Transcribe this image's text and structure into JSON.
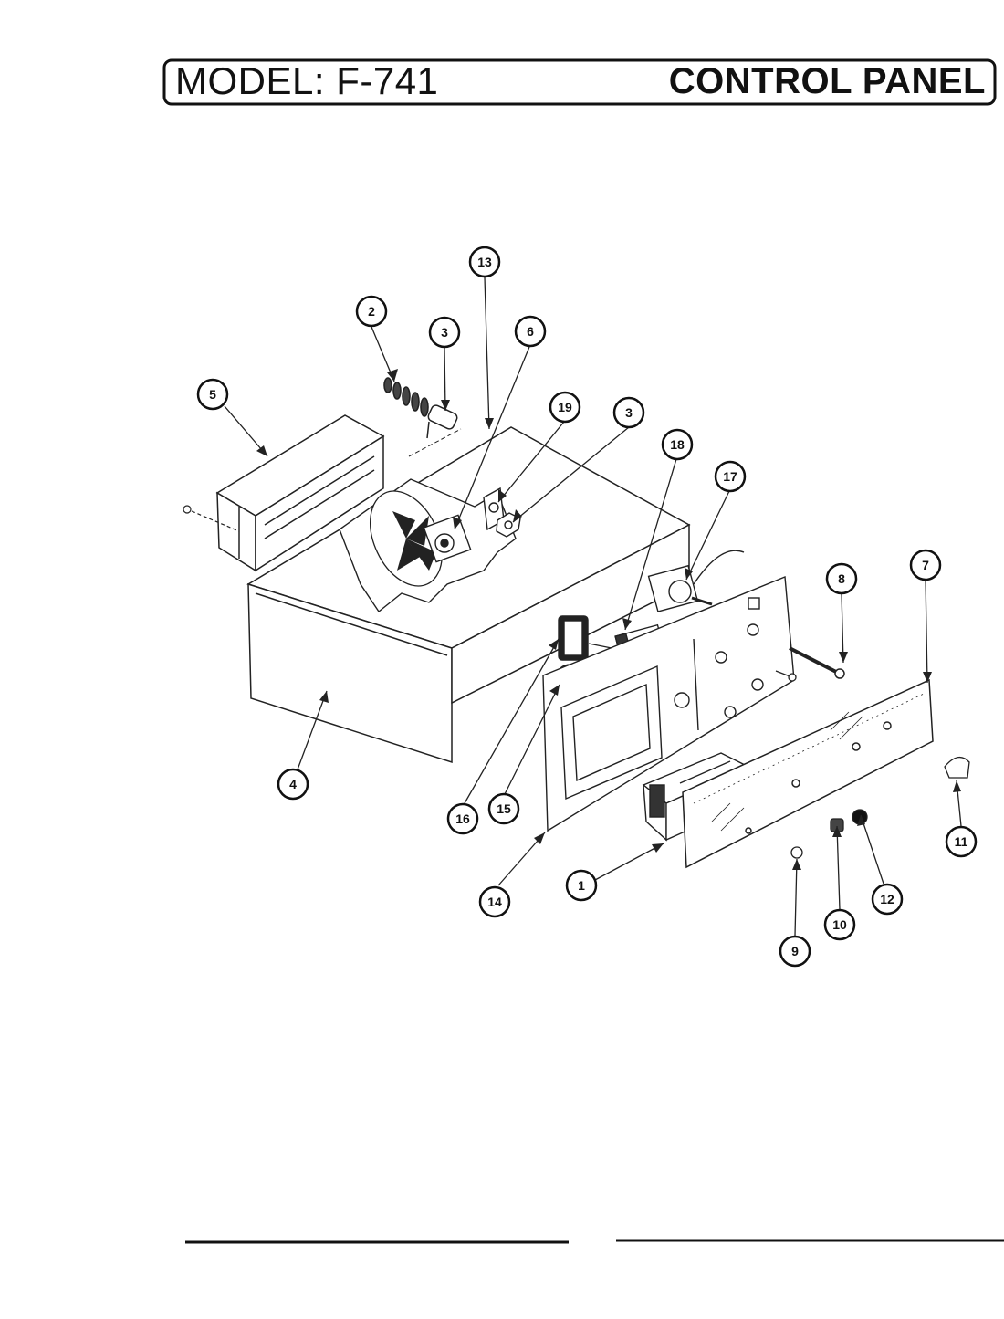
{
  "header": {
    "model": "MODEL: F-741",
    "section": "CONTROL PANEL"
  },
  "callouts": [
    "1",
    "2",
    "3",
    "3",
    "4",
    "5",
    "6",
    "7",
    "8",
    "9",
    "10",
    "11",
    "12",
    "13",
    "14",
    "15",
    "16",
    "17",
    "18",
    "19"
  ]
}
